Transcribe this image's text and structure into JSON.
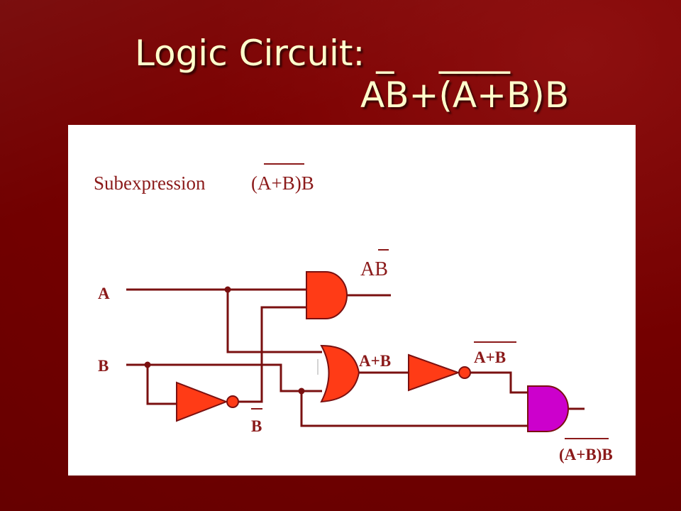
{
  "slide": {
    "title_line1": "Logic Circuit: _    ____",
    "title_line2": "AB+(A+B)B"
  },
  "diagram": {
    "subexpression_label": "Subexpression",
    "subexpression_expr": "(A+B)B",
    "input_a": "A",
    "input_b": "B",
    "label_ab": "AB",
    "label_b_not": "B",
    "label_a_plus_b": "A+B",
    "label_not_a_plus_b": "A+B",
    "label_output": "(A+B)B"
  },
  "colors": {
    "wire": "#7a1010",
    "gate_fill": "#ff3b16",
    "and_out_fill": "#cc00cc",
    "label_color": "#8b1a1a",
    "title_color": "#ffffcc"
  }
}
